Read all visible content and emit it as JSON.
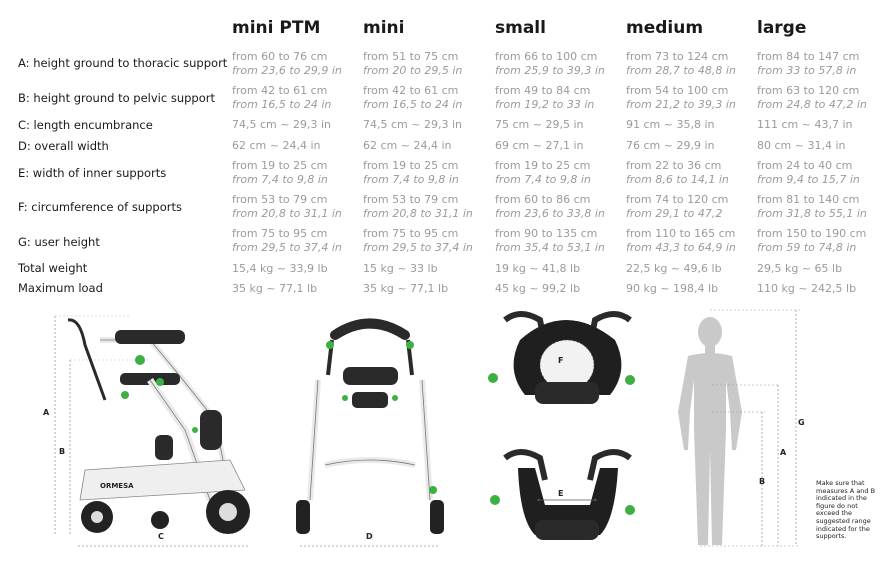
{
  "columns": [
    "mini PTM",
    "mini",
    "small",
    "medium",
    "large"
  ],
  "rows": [
    {
      "label": "A: height ground to thoracic support",
      "values": [
        [
          "from 60 to 76 cm",
          "from 23,6 to 29,9 in"
        ],
        [
          "from 51 to 75 cm",
          "from 20 to 29,5 in"
        ],
        [
          "from 66 to 100 cm",
          "from 25,9 to 39,3 in"
        ],
        [
          "from 73 to 124 cm",
          "from 28,7 to 48,8 in"
        ],
        [
          "from 84 to 147 cm",
          "from 33 to 57,8 in"
        ]
      ]
    },
    {
      "label": "B: height ground to pelvic support",
      "values": [
        [
          "from 42 to 61 cm",
          "from 16,5 to 24 in"
        ],
        [
          "from 42 to 61 cm",
          "from 16,5 to 24 in"
        ],
        [
          "from 49 to 84 cm",
          "from 19,2 to 33 in"
        ],
        [
          "from 54 to 100 cm",
          "from 21,2 to 39,3 in"
        ],
        [
          "from 63 to 120 cm",
          "from 24,8 to 47,2 in"
        ]
      ]
    },
    {
      "label": "C: length encumbrance",
      "values": [
        [
          "74,5 cm ~ 29,3 in"
        ],
        [
          "74,5 cm ~ 29,3 in"
        ],
        [
          "75 cm ~ 29,5 in"
        ],
        [
          "91 cm ~ 35,8 in"
        ],
        [
          "111 cm ~ 43,7 in"
        ]
      ]
    },
    {
      "label": "D: overall width",
      "values": [
        [
          "62 cm ~ 24,4 in"
        ],
        [
          "62 cm ~ 24,4 in"
        ],
        [
          "69 cm ~ 27,1 in"
        ],
        [
          "76 cm ~  29,9 in"
        ],
        [
          "80 cm ~ 31,4 in"
        ]
      ]
    },
    {
      "label": "E: width of inner supports",
      "values": [
        [
          "from 19 to 25 cm",
          "from 7,4 to 9,8 in"
        ],
        [
          "from 19 to 25 cm",
          "from 7,4 to 9,8 in"
        ],
        [
          "from 19 to 25 cm",
          "from 7,4 to 9,8 in"
        ],
        [
          "from 22 to 36 cm",
          "from 8,6 to 14,1 in"
        ],
        [
          "from 24 to 40 cm",
          "from 9,4 to 15,7 in"
        ]
      ]
    },
    {
      "label": "F: circumference of supports",
      "values": [
        [
          "from 53 to 79 cm",
          "from 20,8 to 31,1 in"
        ],
        [
          "from 53 to 79 cm",
          "from 20,8 to 31,1 in"
        ],
        [
          "from 60 to 86 cm",
          "from 23,6 to 33,8 in"
        ],
        [
          "from 74 to 120 cm",
          "from 29,1 to 47,2"
        ],
        [
          "from 81 to 140 cm",
          "from 31,8 to 55,1 in"
        ]
      ]
    },
    {
      "label": "G: user height",
      "values": [
        [
          "from 75 to 95 cm",
          "from 29,5 to 37,4 in"
        ],
        [
          "from 75 to 95 cm",
          "from 29,5 to 37,4 in"
        ],
        [
          "from 90 to 135 cm",
          "from 35,4 to 53,1 in"
        ],
        [
          "from 110 to 165 cm",
          "from 43,3 to 64,9 in"
        ],
        [
          "from 150 to 190 cm",
          "from 59 to 74,8 in"
        ]
      ]
    },
    {
      "label": "Total weight",
      "values": [
        [
          "15,4 kg ~ 33,9 lb"
        ],
        [
          "15 kg ~ 33 lb"
        ],
        [
          "19 kg ~ 41,8 lb"
        ],
        [
          "22,5 kg ~ 49,6 lb"
        ],
        [
          "29,5 kg ~ 65 lb"
        ]
      ]
    },
    {
      "label": "Maximum load",
      "values": [
        [
          "35 kg ~ 77,1 lb"
        ],
        [
          "35 kg ~ 77,1 lb"
        ],
        [
          "45 kg ~ 99,2 lb"
        ],
        [
          "90 kg ~ 198,4 lb"
        ],
        [
          "110 kg ~ 242,5 lb"
        ]
      ]
    }
  ],
  "figure": {
    "dim_a": "A",
    "dim_b": "B",
    "dim_c": "C",
    "dim_d": "D",
    "dim_e": "E",
    "dim_f": "F",
    "dim_g": "G",
    "human_a": "A",
    "human_b": "B",
    "brand": "ORMESA",
    "note": "Make sure that measures A and B indicated in the figure do not exceed the suggested range indicated for the supports."
  },
  "colors": {
    "accent_green": "#3cb043",
    "value_grey": "#9b9b9b",
    "silhouette": "#c9c9c9",
    "frame_dark": "#2a2a2a"
  }
}
